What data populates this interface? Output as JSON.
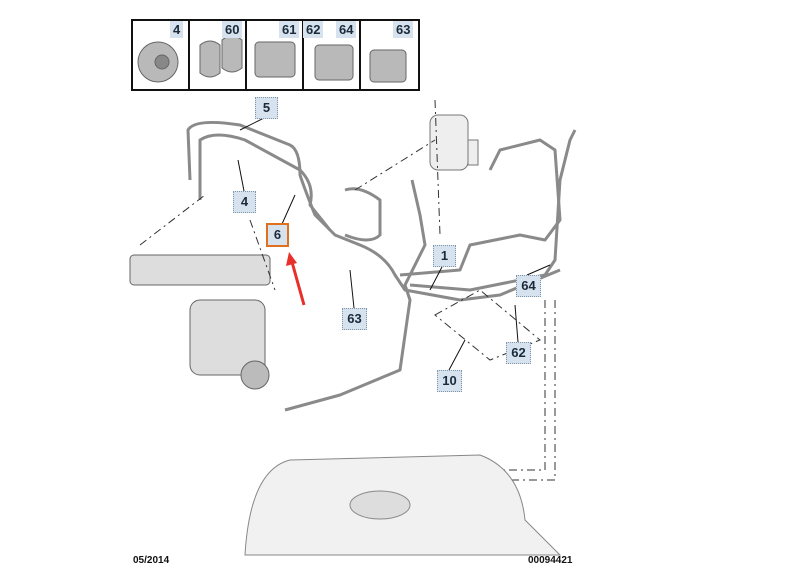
{
  "parts_strip": [
    {
      "ref": "4",
      "part": "nut-icon"
    },
    {
      "ref": "60",
      "part": "clip-icon"
    },
    {
      "ref": "61",
      "part": "bracket-icon"
    },
    {
      "ref": "62",
      "part": "bracket-icon"
    },
    {
      "ref": "64",
      "part": "bracket-icon"
    },
    {
      "ref": "63",
      "part": "connector-icon"
    }
  ],
  "callouts": {
    "c5": "5",
    "c4": "4",
    "c6": "6",
    "c1": "1",
    "c64": "64",
    "c63": "63",
    "c62": "62",
    "c10": "10"
  },
  "highlighted_callout": "6",
  "footer": {
    "date": "05/2014",
    "ref_number": "00094421"
  },
  "colors": {
    "highlight": "#e0701f",
    "arrow": "#e8302a",
    "callout_bg": "#d6e3ef"
  }
}
